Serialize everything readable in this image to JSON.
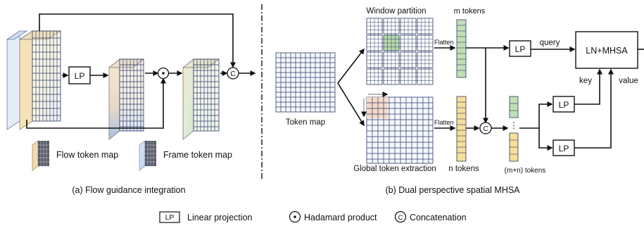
{
  "panel_a": {
    "lp_label": "LP",
    "flow_legend": "Flow token map",
    "frame_legend": "Frame token map",
    "caption": "(a) Flow guidance integration"
  },
  "panel_b": {
    "window_partition": "Window partition",
    "m_tokens": "m tokens",
    "flatten_top": "Flatten",
    "flatten_bottom": "Flatten",
    "token_map": "Token map",
    "global_token_extraction": "Global token extraction",
    "n_tokens": "n tokens",
    "mn_tokens": "(m+n) tokens",
    "lp_query": "LP",
    "lp_key": "LP",
    "lp_value": "LP",
    "query": "query",
    "key": "key",
    "value": "value",
    "ln_mhsa": "LN+MHSA",
    "caption": "(b) Dual perspective spatial MHSA"
  },
  "symbols": {
    "hadamard_glyph": "⊙",
    "concat_glyph": "C",
    "ellipsis": "⋮"
  },
  "legend": {
    "lp_box": "LP",
    "linear_projection": "Linear projection",
    "hadamard_product": "Hadamard product",
    "concat_glyph": "C",
    "concatenation": "Concatenation"
  }
}
